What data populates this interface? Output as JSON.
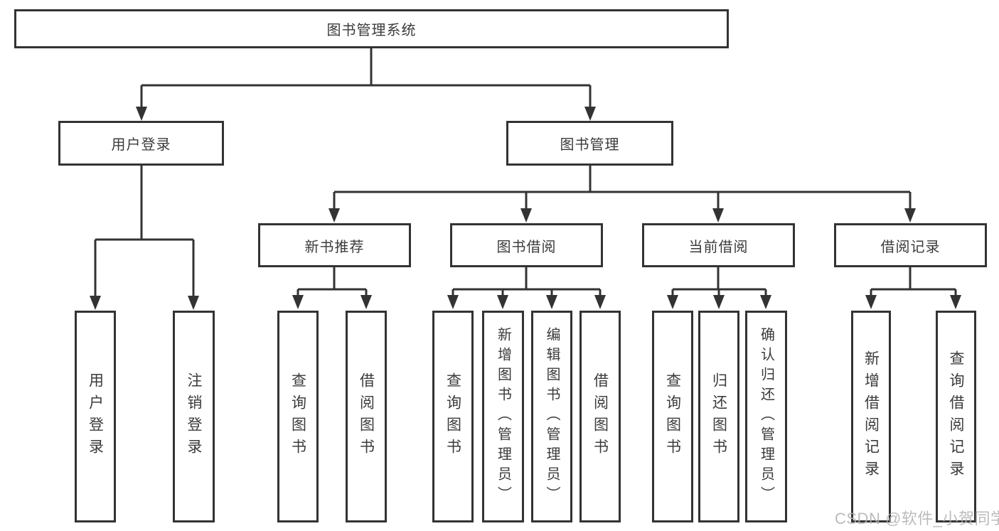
{
  "diagram": {
    "root": {
      "label": "图书管理系统"
    },
    "branches": [
      {
        "label": "用户登录",
        "children": [
          {
            "label": "用户登录"
          },
          {
            "label": "注销登录"
          }
        ]
      },
      {
        "label": "图书管理",
        "children": [
          {
            "label": "新书推荐",
            "children": [
              {
                "label": "查询图书"
              },
              {
                "label": "借阅图书"
              }
            ]
          },
          {
            "label": "图书借阅",
            "children": [
              {
                "label": "查询图书"
              },
              {
                "label": "新增图书（管理员）"
              },
              {
                "label": "编辑图书（管理员）"
              },
              {
                "label": "借阅图书"
              }
            ]
          },
          {
            "label": "当前借阅",
            "children": [
              {
                "label": "查询图书"
              },
              {
                "label": "归还图书"
              },
              {
                "label": "确认归还（管理员）"
              }
            ]
          },
          {
            "label": "借阅记录",
            "children": [
              {
                "label": "新增借阅记录"
              },
              {
                "label": "查询借阅记录"
              }
            ]
          }
        ]
      }
    ],
    "watermark": "CSDN @软件_小贺同学",
    "colors": {
      "line": "#333333",
      "box_border": "#333333",
      "box_fill": "#ffffff",
      "text": "#3b3b3b",
      "watermark": "#b0b0b0",
      "background": "#ffffff"
    }
  }
}
